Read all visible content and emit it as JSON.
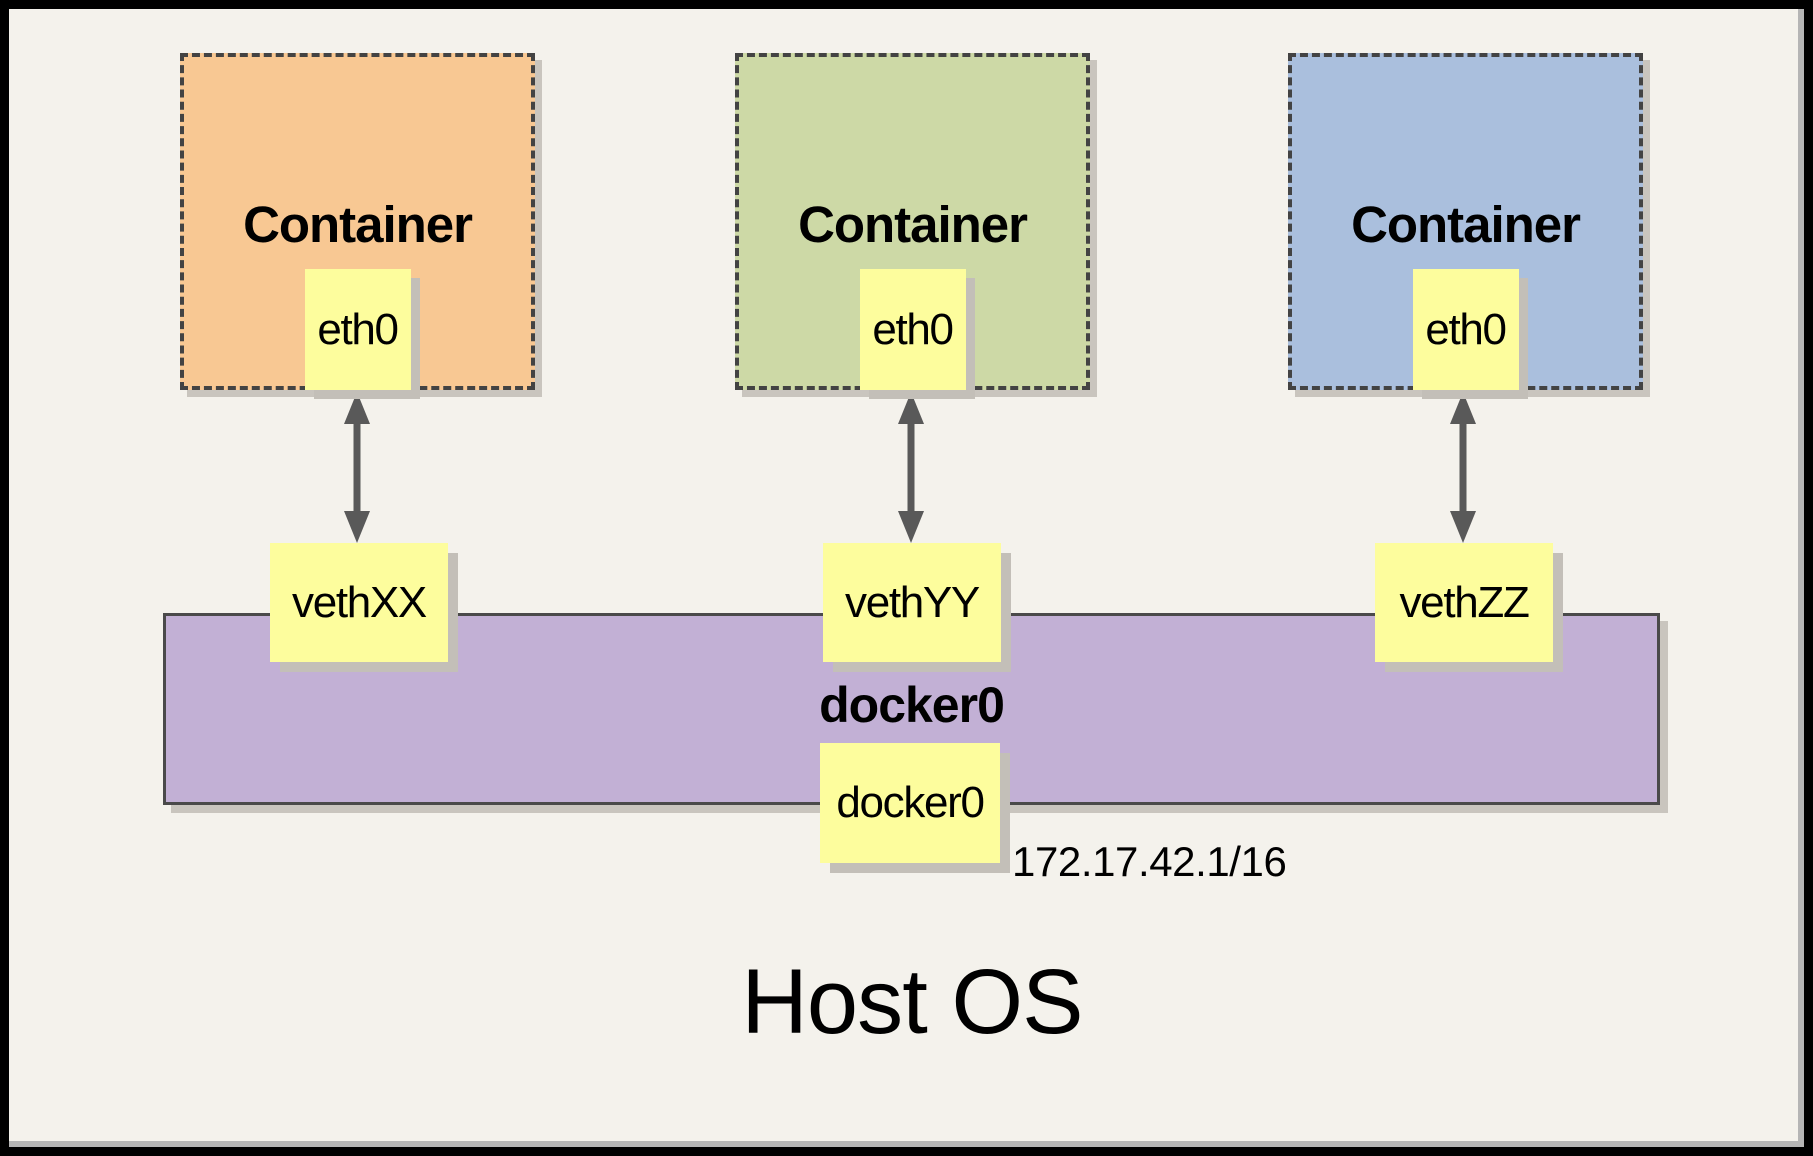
{
  "diagram": {
    "containers": [
      {
        "label": "Container",
        "interface": "eth0",
        "fill": "#f8c893"
      },
      {
        "label": "Container",
        "interface": "eth0",
        "fill": "#cdd9a6"
      },
      {
        "label": "Container",
        "interface": "eth0",
        "fill": "#aabfdd"
      }
    ],
    "veths": [
      {
        "label": "vethXX"
      },
      {
        "label": "vethYY"
      },
      {
        "label": "vethZZ"
      }
    ],
    "bridge": {
      "title": "docker0",
      "interface": "docker0",
      "ip": "172.17.42.1/16",
      "fill": "#c2b0d5"
    },
    "host": {
      "label": "Host OS"
    },
    "colors": {
      "background": "#f4f2ec",
      "note_yellow": "#fdfd9d",
      "dashed_border": "#434343",
      "arrow": "#595959",
      "frame": "#000000",
      "shadow": "#c3bfb8"
    }
  }
}
